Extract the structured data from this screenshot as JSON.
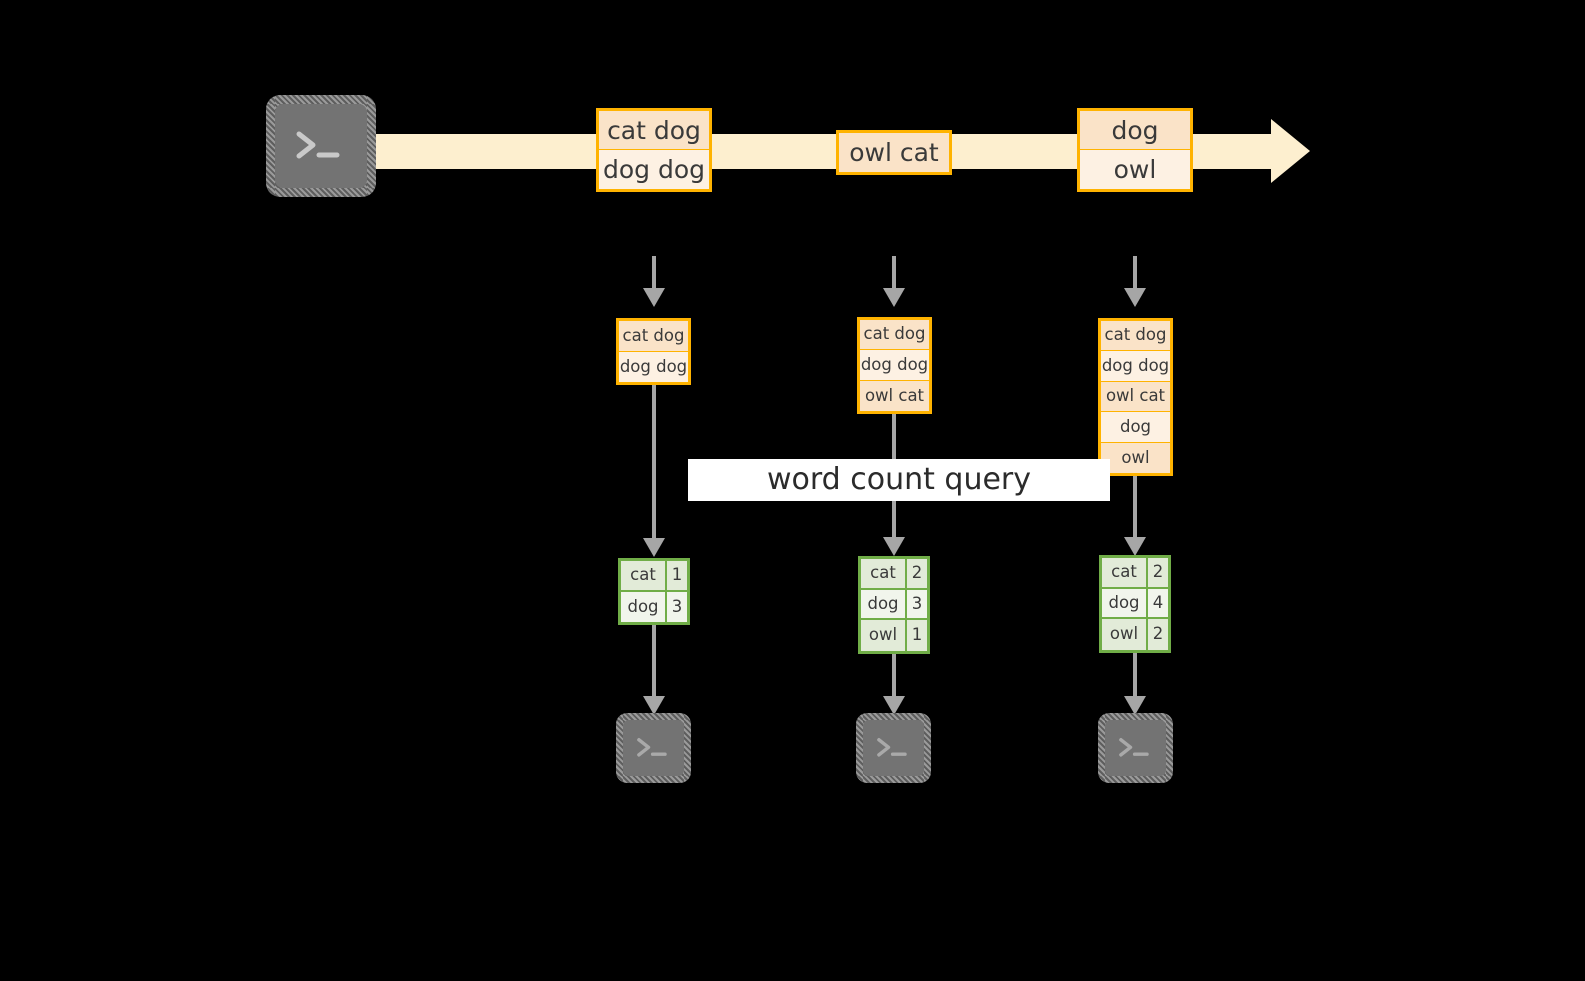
{
  "diagram": {
    "title": "word count query",
    "colors": {
      "background": "#000000",
      "stream_fill": "#fdefcf",
      "record_border": "#ffb300",
      "record_fill_dark": "#fae3c8",
      "record_fill_light": "#fdf1e3",
      "table_border": "#70ad47",
      "table_fill_dark": "#e2ebd8",
      "table_fill_light": "#f1f5ec",
      "connector": "#a6a6a6",
      "terminal_fill": "#737373",
      "label_band": "#ffffff"
    }
  },
  "source": {
    "icon": "terminal-icon",
    "prompt": ">_"
  },
  "stream": {
    "direction": "left-to-right",
    "records": [
      {
        "id": "stream-record-1",
        "lines": [
          "cat dog",
          "dog dog"
        ],
        "shades": [
          "dark",
          "light"
        ]
      },
      {
        "id": "stream-record-2",
        "lines": [
          "owl cat"
        ],
        "shades": [
          "dark"
        ]
      },
      {
        "id": "stream-record-3",
        "lines": [
          "dog",
          "owl"
        ],
        "shades": [
          "dark",
          "light"
        ]
      }
    ]
  },
  "snapshots": [
    {
      "id": "snapshot-1",
      "lines": [
        "cat dog",
        "dog dog"
      ],
      "shades": [
        "dark",
        "light"
      ],
      "result": {
        "rows": [
          {
            "word": "cat",
            "count": "1",
            "shade": "dark"
          },
          {
            "word": "dog",
            "count": "3",
            "shade": "light"
          }
        ]
      },
      "sink": {
        "icon": "terminal-icon",
        "prompt": ">_"
      }
    },
    {
      "id": "snapshot-2",
      "lines": [
        "cat dog",
        "dog dog",
        "owl cat"
      ],
      "shades": [
        "dark",
        "light",
        "dark"
      ],
      "result": {
        "rows": [
          {
            "word": "cat",
            "count": "2",
            "shade": "dark"
          },
          {
            "word": "dog",
            "count": "3",
            "shade": "light"
          },
          {
            "word": "owl",
            "count": "1",
            "shade": "dark"
          }
        ]
      },
      "sink": {
        "icon": "terminal-icon",
        "prompt": ">_"
      }
    },
    {
      "id": "snapshot-3",
      "lines": [
        "cat dog",
        "dog dog",
        "owl cat",
        "dog",
        "owl"
      ],
      "shades": [
        "dark",
        "light",
        "dark",
        "light",
        "dark"
      ],
      "result": {
        "rows": [
          {
            "word": "cat",
            "count": "2",
            "shade": "dark"
          },
          {
            "word": "dog",
            "count": "4",
            "shade": "light"
          },
          {
            "word": "owl",
            "count": "2",
            "shade": "dark"
          }
        ]
      },
      "sink": {
        "icon": "terminal-icon",
        "prompt": ">_"
      }
    }
  ]
}
